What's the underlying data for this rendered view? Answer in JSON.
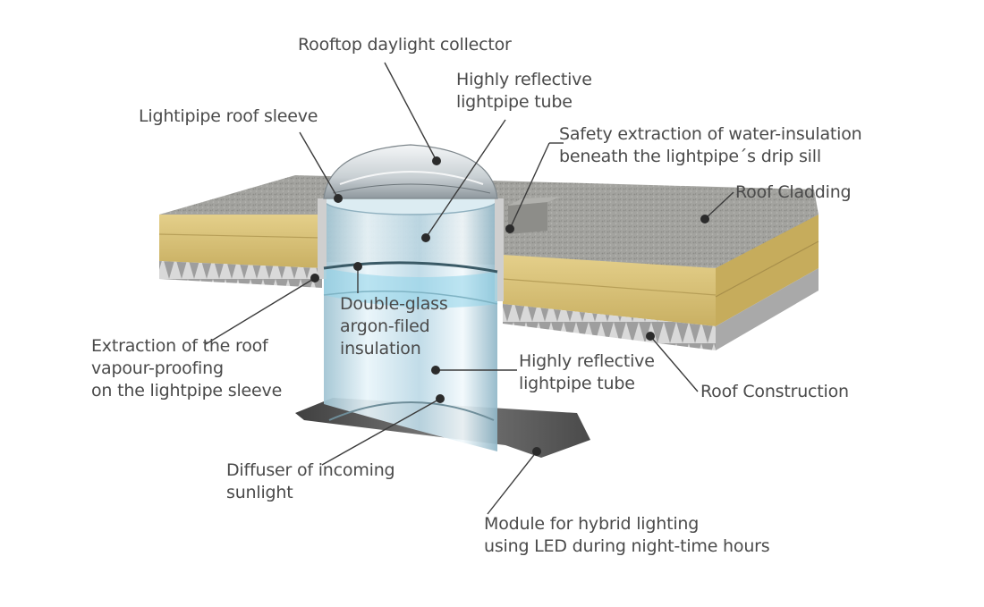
{
  "labels": {
    "rooftop_collector": "Rooftop daylight collector",
    "reflective_tube_top": [
      "Highly reflective",
      "lightpipe tube"
    ],
    "roof_sleeve": "Lightipipe roof sleeve",
    "safety_extraction": [
      "Safety extraction of water-insulation",
      "beneath the lightpipe´s drip sill"
    ],
    "roof_cladding": "Roof Cladding",
    "double_glass": [
      "Double-glass",
      "argon-filed",
      "insulation"
    ],
    "reflective_tube_mid": [
      "Highly reflective",
      "lightpipe tube"
    ],
    "vapour_extraction": [
      "Extraction of the roof",
      "vapour-proofing",
      "on the lightpipe sleeve"
    ],
    "roof_construction": "Roof Construction",
    "diffuser": [
      "Diffuser of incoming",
      "sunlight"
    ],
    "hybrid_module": [
      "Module for hybrid lighting",
      "using LED during night-time hours"
    ]
  },
  "colors": {
    "label_text": "#4a4a4a",
    "leader_line": "#3b3b3b",
    "cladding": "#9a9a96",
    "insulation": "#d8c27a",
    "trapezoidal_sheet": "#bfbfbf",
    "tube_glass": "#cfe6f0",
    "base_plate": "#5a5a5a"
  }
}
